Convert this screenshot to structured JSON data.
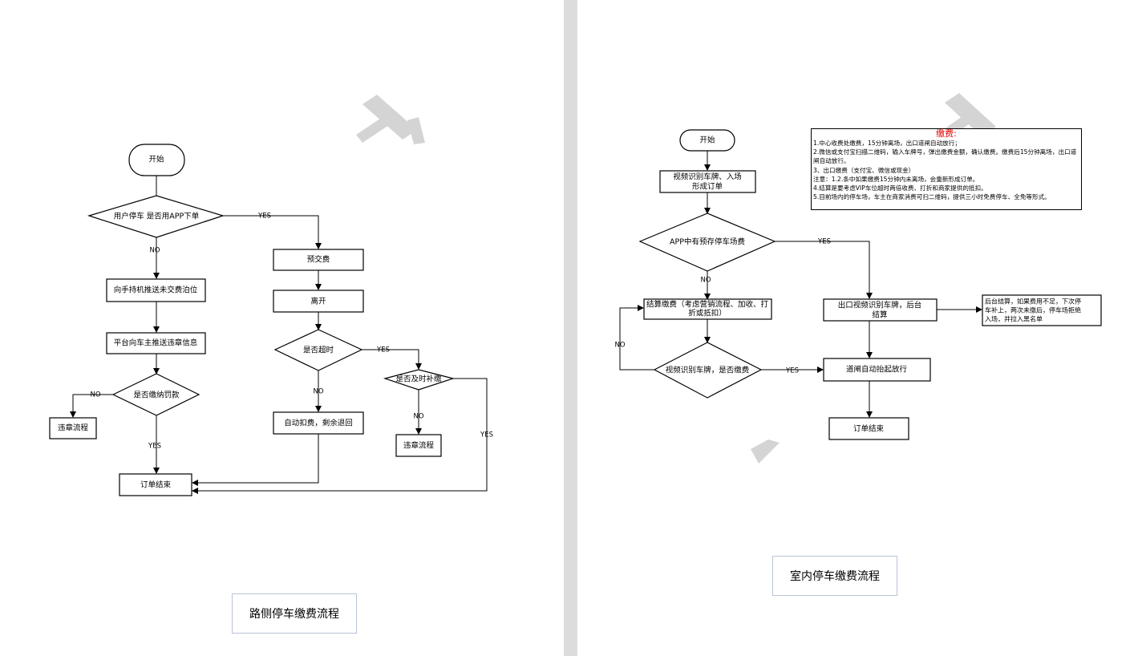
{
  "left": {
    "caption": "路侧停车缴费流程",
    "nodes": {
      "start": "开始",
      "q_app": "用户停车  是否用APP下单",
      "prepay": "预交费",
      "push_handheld": "向手持机推送未交费泊位",
      "push_violation": "平台向车主推送违章信息",
      "leave": "离开",
      "q_overtime": "是否超时",
      "q_fine": "是否缴纳罚款",
      "q_repay": "是否及时补缴",
      "violation_1": "违章流程",
      "auto_deduct": "自动扣费，剩余退回",
      "violation_2": "违章流程",
      "order_end": "订单结束"
    },
    "labels": {
      "app_yes": "YES",
      "app_no": "NO",
      "overtime_yes": "YES",
      "overtime_no": "NO",
      "fine_no": "NO",
      "fine_yes": "YES",
      "repay_no": "NO",
      "repay_yes": "YES"
    }
  },
  "right": {
    "caption": "室内停车缴费流程",
    "nodes": {
      "start": "开始",
      "video_entry_1": "视频识别车牌、入场",
      "video_entry_2": "形成订单",
      "q_prepaid": "APP中有预存停车场费",
      "settle_1": "结算缴费（考虑营销流程、加收、打",
      "settle_2": "折或抵扣）",
      "q_video_paid": "视频识别车牌，是否缴费",
      "exit_video_1": "出口视频识别车牌，后台",
      "exit_video_2": "结算",
      "gate_open": "道闸自动抬起放行",
      "order_end": "订单结束",
      "backend_1": "后台结算，如果费用不足，下次停",
      "backend_2": "车补上，两次未缴后，停车场拒绝",
      "backend_3": "入场，并拉入黑名单"
    },
    "labels": {
      "prepaid_yes": "YES",
      "prepaid_no": "NO",
      "paid_no": "NO",
      "paid_yes": "YES"
    },
    "note": {
      "title": "缴费:",
      "lines": [
        "1.中心收费处缴费，15分钟离场，出口道闸自动放行；",
        "2.微信或支付宝扫描二维码，输入车牌号，弹出缴费金额，确认缴费。缴费后15分钟离场，出口道闸自动放行。",
        "3、出口缴费（支付宝、微信或现金）",
        "注意：1.2.条中如果缴费15分钟内未离场，会重新形成订单。",
        "4.结算是要考虑VIP车位超时两倍收费、打折和商家提供的抵扣。",
        "5.目前场内的停车场，车主在商家消费可扫二维码，提供三小时免费停车、全免等形式。"
      ]
    }
  }
}
